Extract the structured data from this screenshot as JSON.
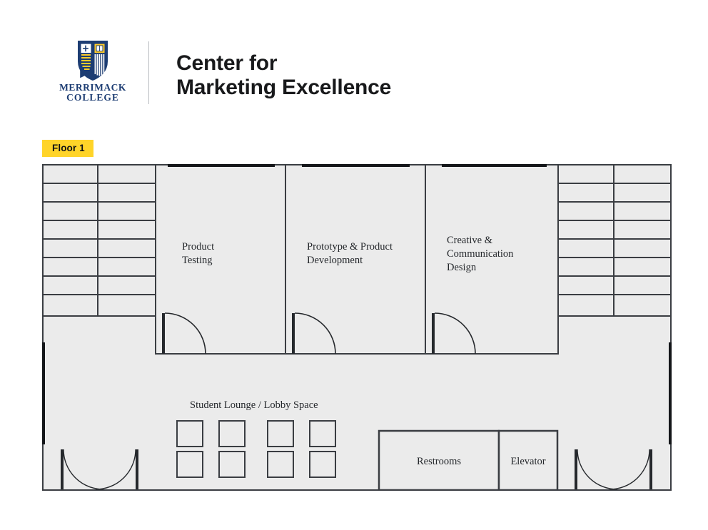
{
  "header": {
    "logo": {
      "name": "merrimack-college-logo",
      "wordmark_line1": "MERRIMACK",
      "wordmark_line2": "COLLEGE",
      "shield_navy": "#1d3d73",
      "shield_gold": "#ffcc2a",
      "shield_white": "#ffffff"
    },
    "title_line1": "Center for",
    "title_line2": "Marketing Excellence",
    "title_color": "#18191b"
  },
  "floor_badge": {
    "label": "Floor 1",
    "background": "#ffd429",
    "text_color": "#111214"
  },
  "plan": {
    "fill_color": "#ebebeb",
    "wall_color": "#3a3d42",
    "window_color": "#141619",
    "rooms": [
      {
        "id": "product-testing",
        "label": "Product\nTesting",
        "label_lines": [
          "Product",
          "Testing"
        ]
      },
      {
        "id": "prototype-product-development",
        "label": "Prototype & Product\nDevelopment",
        "label_lines": [
          "Prototype & Product",
          "Development"
        ]
      },
      {
        "id": "creative-communication-design",
        "label": "Creative &\nCommunication\nDesign",
        "label_lines": [
          "Creative &",
          "Communication",
          "Design"
        ]
      }
    ],
    "lounge_label": "Student Lounge / Lobby Space",
    "restrooms_label": "Restrooms",
    "elevator_label": "Elevator",
    "lounge_seat_count": 8,
    "stairwell_step_count": 8,
    "door_count": 3,
    "double_door_count": 2,
    "window_count": 5
  }
}
